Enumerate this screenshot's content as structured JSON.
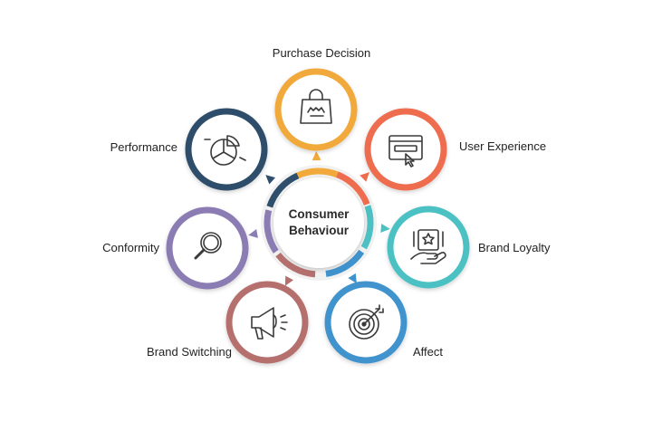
{
  "center": {
    "line1": "Consumer",
    "line2": "Behaviour",
    "text_color": "#2b2b2b"
  },
  "colors": {
    "label": "#222222",
    "icon_stroke": "#3a3a3a",
    "shadow": "#e9e9e9"
  },
  "nodes": [
    {
      "id": "purchase-decision",
      "label": "Purchase Decision",
      "color": "#f2a93b",
      "icon": "shopping-bag-icon"
    },
    {
      "id": "user-experience",
      "label": "User Experience",
      "color": "#ee6d4f",
      "icon": "browser-click-icon"
    },
    {
      "id": "brand-loyalty",
      "label": "Brand Loyalty",
      "color": "#4cc1c4",
      "icon": "hand-badge-icon"
    },
    {
      "id": "affect",
      "label": "Affect",
      "color": "#3f93cd",
      "icon": "target-arrow-icon"
    },
    {
      "id": "brand-switching",
      "label": "Brand Switching",
      "color": "#b5706e",
      "icon": "megaphone-icon"
    },
    {
      "id": "conformity",
      "label": "Conformity",
      "color": "#8b7db4",
      "icon": "magnifier-icon"
    },
    {
      "id": "performance",
      "label": "Performance",
      "color": "#2f4e6b",
      "icon": "pie-chart-icon"
    }
  ]
}
